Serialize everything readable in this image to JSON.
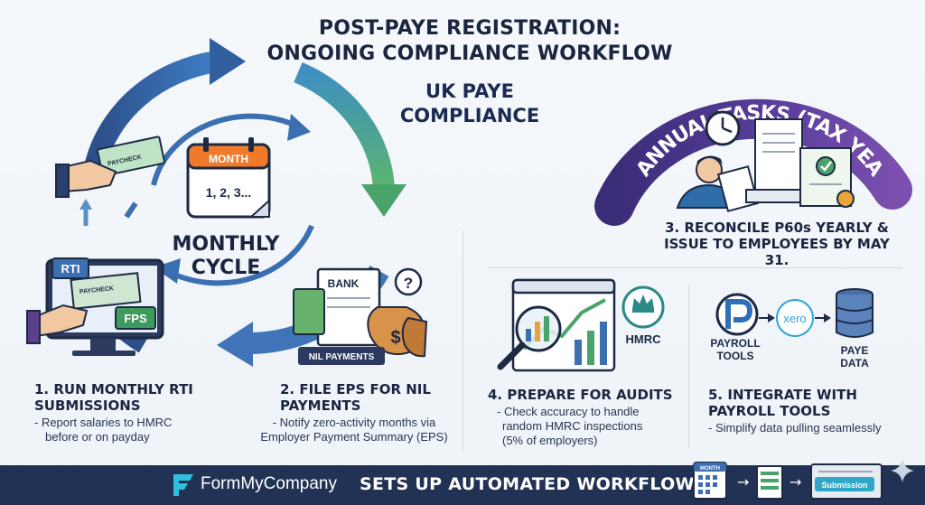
{
  "header": {
    "title_line1": "POST-PAYE REGISTRATION:",
    "title_line2": "ONGOING COMPLIANCE WORKFLOW",
    "subtitle_line1": "UK PAYE",
    "subtitle_line2": "COMPLIANCE"
  },
  "cycle": {
    "label_line1": "MONTHLY",
    "label_line2": "CYCLE",
    "calendar_month": "MONTH",
    "calendar_days": "1,  2,  3...",
    "paycheck_label": "PAYCHECK",
    "rti_badge": "RTI",
    "fps_badge": "FPS",
    "bank_label": "BANK",
    "nil_badge": "NIL PAYMENTS",
    "question_mark": "?"
  },
  "steps": [
    {
      "title_line1": "1. RUN MONTHLY RTI",
      "title_line2": "SUBMISSIONS",
      "desc_line1": "- Report salaries to HMRC",
      "desc_line2": "before or on payday"
    },
    {
      "title_line1": "2. FILE EPS FOR NIL",
      "title_line2": "PAYMENTS",
      "desc_line1": "- Notify zero-activity months via",
      "desc_line2": "Employer Payment Summary (EPS)"
    },
    {
      "title_line1": "3. RECONCILE P60s YEARLY &",
      "title_line2": "ISSUE TO EMPLOYEES BY MAY 31."
    },
    {
      "title_line1": "4. PREPARE FOR AUDITS",
      "desc_line1": "- Check accuracy to handle",
      "desc_line2": "random HMRC inspections",
      "desc_line3": "(5% of employers)"
    },
    {
      "title_line1": "5. INTEGRATE WITH",
      "title_line2": "PAYROLL TOOLS",
      "desc_line1": "- Simplify data pulling seamlessly"
    }
  ],
  "annual": {
    "arc_text": "ANNUAL TASKS (TAX YEAR END)"
  },
  "audit": {
    "hmrc_label": "HMRC"
  },
  "integrate": {
    "payroll_tools_line1": "PAYROLL",
    "payroll_tools_line2": "TOOLS",
    "xero_label": "xero",
    "paye_data_line1": "PAYE",
    "paye_data_line2": "DATA"
  },
  "footer": {
    "brand": "FormMyCompany",
    "tagline": "SETS UP AUTOMATED WORKFLOWS",
    "calendar_label": "MONTH",
    "submission_label": "Submission"
  },
  "colors": {
    "navy": "#1b2540",
    "arrow_blue": "#2f5f9e",
    "arrow_green": "#4aa36b",
    "purple": "#4b3a8c",
    "footer_bg": "#223255",
    "calendar_orange": "#f07a2a"
  }
}
